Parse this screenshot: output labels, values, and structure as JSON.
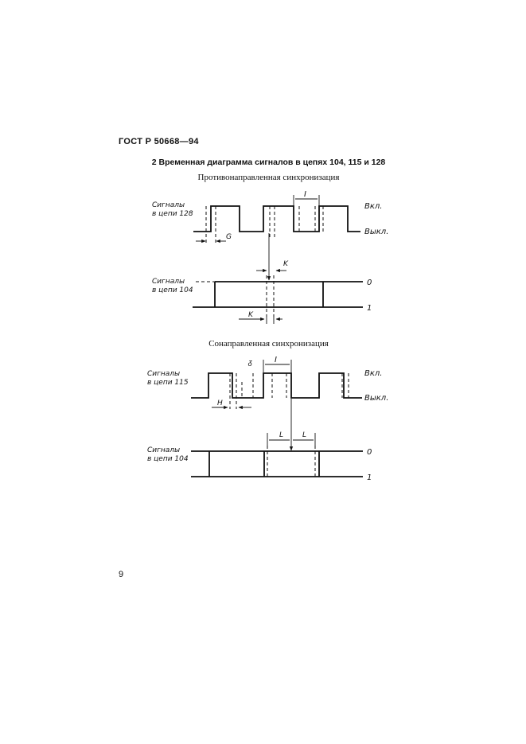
{
  "header": {
    "doc_code": "ГОСТ Р 50668—94"
  },
  "section": {
    "title": "2 Временная диаграмма сигналов в цепях 104, 115 и 128"
  },
  "diagram1": {
    "caption": "Противонаправленная синхронизация",
    "top_label_line1": "Сигналы",
    "top_label_line2": "в цепи 128",
    "on_label": "Вкл.",
    "off_label": "Выкл.",
    "dim_g": "G",
    "dim_i": "I",
    "dim_k": "K",
    "bottom_label_line1": "Сигналы",
    "bottom_label_line2": "в цепи 104",
    "level_0": "0",
    "level_1": "1"
  },
  "diagram2": {
    "caption": "Сонаправленная синхронизация",
    "top_label_line1": "Сигналы",
    "top_label_line2": "в цепи 115",
    "on_label": "Вкл.",
    "off_label": "Выкл.",
    "dim_h": "H",
    "dim_i": "I",
    "dim_l": "L",
    "bottom_label_line1": "Сигналы",
    "bottom_label_line2": "в цепи 104",
    "level_0": "0",
    "level_1": "1"
  },
  "footer": {
    "page_number": "9"
  }
}
